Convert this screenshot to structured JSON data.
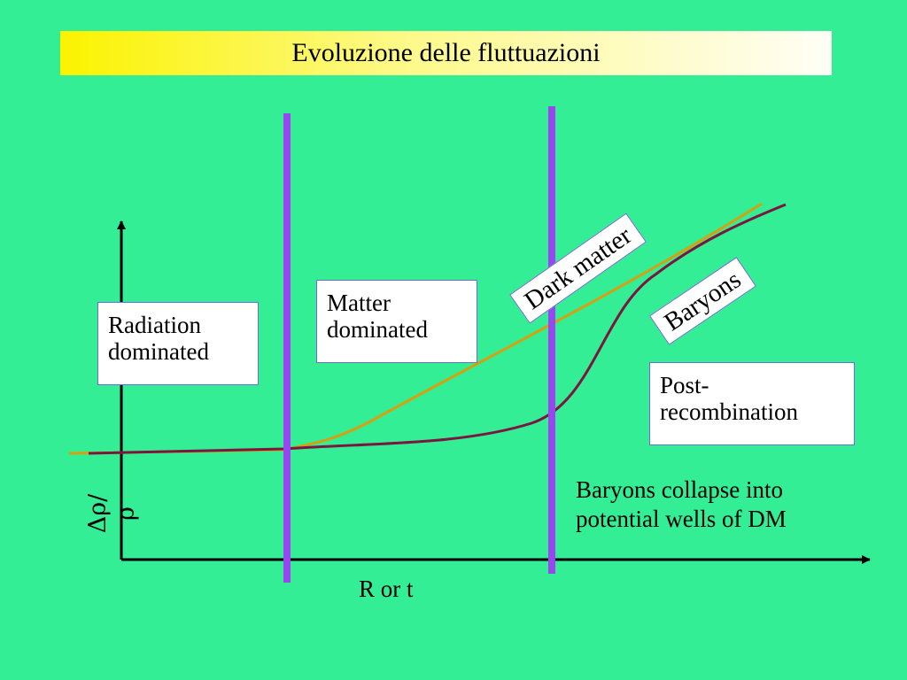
{
  "slide": {
    "title": "Evoluzione delle fluttuazioni"
  },
  "labels": {
    "radiation": "Radiation\ndominated",
    "matter": "Matter\ndominated",
    "dark_matter": "Dark matter",
    "baryons": "Baryons",
    "post_recombination": "Post-\nrecombination",
    "collapse_note": "Baryons collapse into\npotential wells of DM",
    "y_axis": "Δρ/ρ",
    "x_axis": "R or t"
  },
  "colors": {
    "background": "#33ee94",
    "dark_matter_curve": "#d6a010",
    "baryons_curve": "#7a1640",
    "era_divider": "#9a45f2",
    "axis": "#000000"
  }
}
